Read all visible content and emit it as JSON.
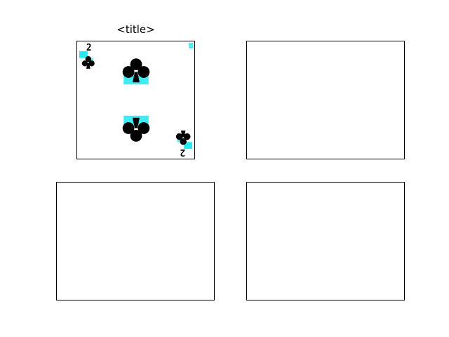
{
  "figure": {
    "background": "#ffffff"
  },
  "chart_data": [
    {
      "type": "image",
      "title": "<title>",
      "image": {
        "subject": "playing-card",
        "rank": "2",
        "suit": "clubs",
        "suit_color": "#000000",
        "artifact_color": "#00e5ee"
      },
      "xticks": [],
      "yticks": []
    },
    {
      "type": "empty",
      "title": "",
      "xticks": [],
      "yticks": []
    },
    {
      "type": "empty",
      "title": "",
      "xticks": [],
      "yticks": []
    },
    {
      "type": "empty",
      "title": "",
      "xticks": [],
      "yticks": []
    }
  ]
}
